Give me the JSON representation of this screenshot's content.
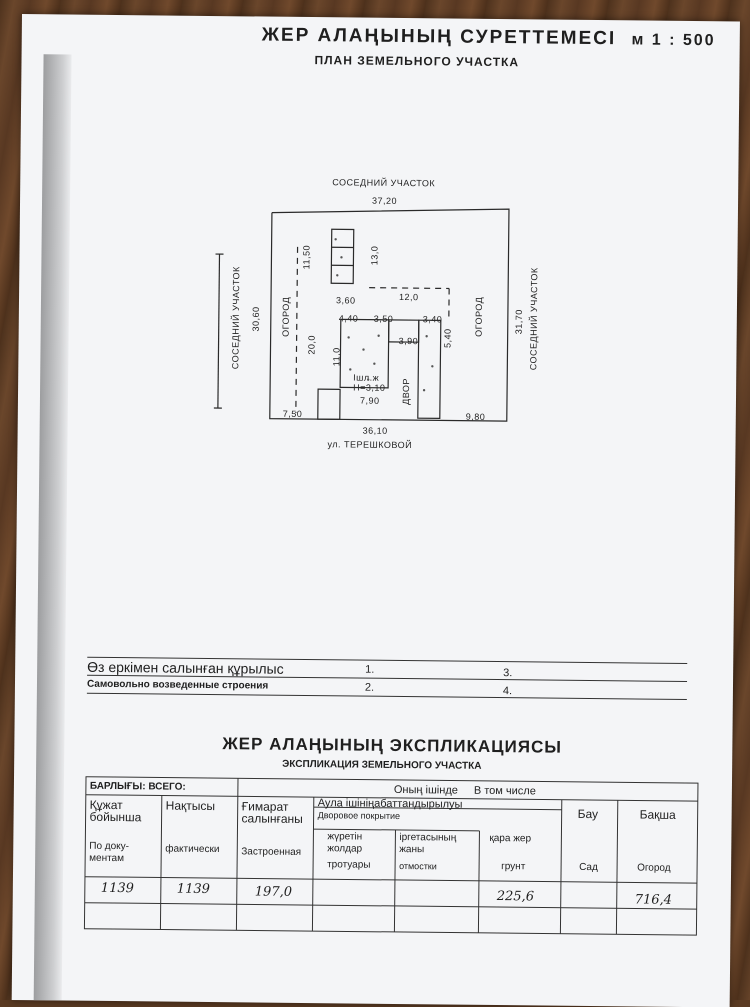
{
  "header": {
    "title": "ЖЕР АЛАҢЫНЫҢ СУРЕТТЕМЕСІ",
    "scale": "м 1 : 500",
    "subtitle": "ПЛАН ЗЕМЕЛЬНОГО УЧАСТКА"
  },
  "plan": {
    "north": "СОСЕДНИЙ УЧАСТОК",
    "west": "СОСЕДНИЙ УЧАСТОК",
    "east": "СОСЕДНИЙ УЧАСТОК",
    "south": "ул. ТЕРЕШКОВОЙ",
    "garden_left": "ОГОРОД",
    "garden_right": "ОГОРОД",
    "yard": "ДВОР",
    "house_label": "Ішл.ж",
    "house_height": "Н=3,10",
    "dims": {
      "top": "37,20",
      "bottom": "36,10",
      "left": "30,60",
      "right": "31,70",
      "d750": "7,50",
      "d980": "9,80",
      "d1150": "11,50",
      "d1300": "13,0",
      "d1200": "12,0",
      "d360": "3,60",
      "d440": "4,40",
      "d350": "3,50",
      "d340": "3,40",
      "d790": "7,90",
      "d2000": "20,0",
      "d1100": "11,0",
      "d390": "3,90",
      "d540": "5,40"
    }
  },
  "self_built": {
    "kz": "Өз еркімен салынған құрылыс",
    "ru": "Самовольно возведенные строения",
    "n1": "1.",
    "n2": "2.",
    "n3": "3.",
    "n4": "4."
  },
  "explication": {
    "title": "ЖЕР АЛАҢЫНЫҢ ЭКСПЛИКАЦИЯСЫ",
    "subtitle": "ЭКСПЛИКАЦИЯ ЗЕМЕЛЬНОГО УЧАСТКА",
    "total": "БАРЛЫҒЫ: ВСЕГО:",
    "including": "Оның ішінде",
    "including_ru": "В том числе",
    "col_doc_kz": "Құжат бойынша",
    "col_doc_ru": "По доку-ментам",
    "col_fact_kz": "Нақтысы",
    "col_fact_ru": "фактически",
    "col_built_kz": "Ғимарат салынғаны",
    "col_built_ru": "Застроенная",
    "col_yard_kz": "Аула ішініңабаттандырылуы",
    "col_yard_ru": "Дворовое покрытие",
    "col_walk_kz": "жүретін жолдар",
    "col_walk_ru": "тротуары",
    "col_blind_kz": "іргетасының жаны",
    "col_blind_ru": "отмостки",
    "col_soil_kz": "қара жер",
    "col_soil_ru": "грунт",
    "col_orchard_kz": "Бау",
    "col_orchard_ru": "Сад",
    "col_garden_kz": "Бақша",
    "col_garden_ru": "Огород",
    "values": {
      "doc": "1139",
      "fact": "1139",
      "built": "197,0",
      "soil": "225,6",
      "garden": "716,4"
    }
  }
}
